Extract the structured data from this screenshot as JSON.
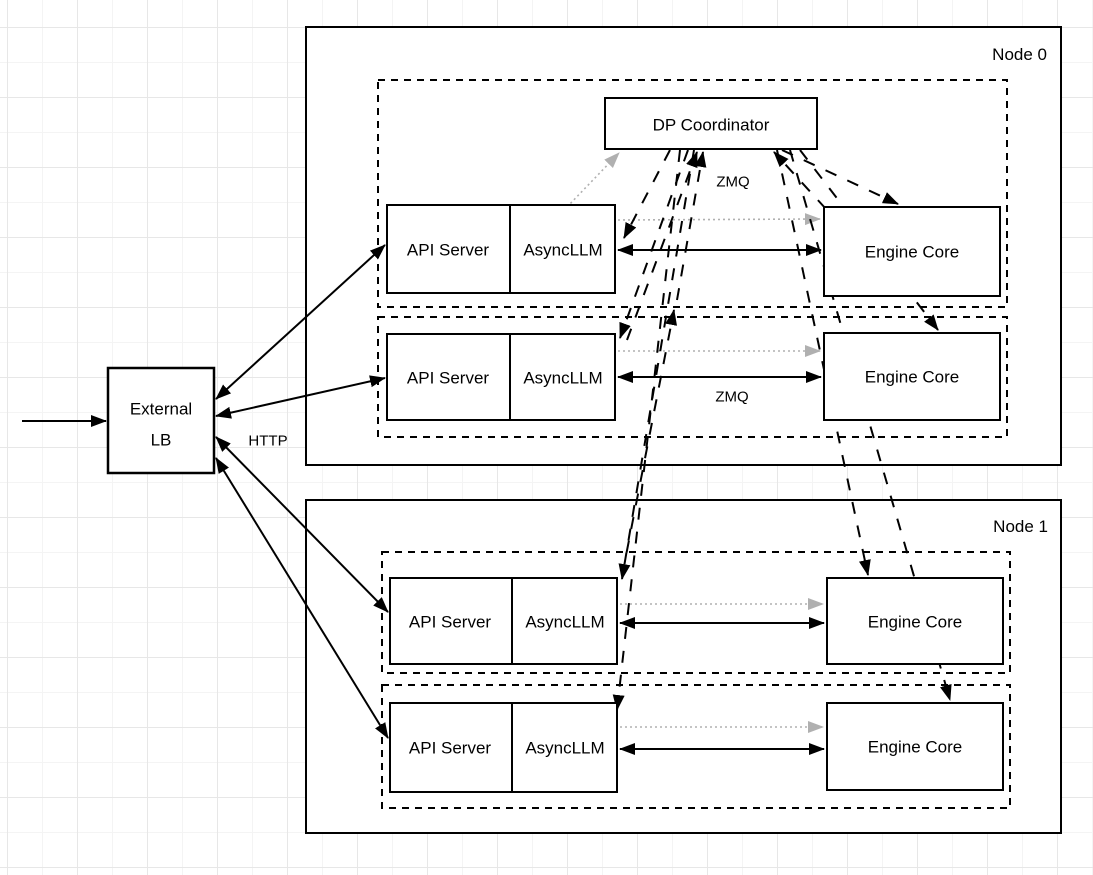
{
  "lb": {
    "line1": "External",
    "line2": "LB"
  },
  "labels": {
    "http": "HTTP",
    "zmq_top": "ZMQ",
    "zmq_rank": "ZMQ"
  },
  "coordinator": {
    "label": "DP Coordinator"
  },
  "nodes": [
    {
      "label": "Node 0",
      "ranks": [
        {
          "api": "API Server",
          "asyncllm": "AsyncLLM",
          "engine": "Engine Core"
        },
        {
          "api": "API Server",
          "asyncllm": "AsyncLLM",
          "engine": "Engine Core"
        }
      ]
    },
    {
      "label": "Node 1",
      "ranks": [
        {
          "api": "API Server",
          "asyncllm": "AsyncLLM",
          "engine": "Engine Core"
        },
        {
          "api": "API Server",
          "asyncllm": "AsyncLLM",
          "engine": "Engine Core"
        }
      ]
    }
  ],
  "colors": {
    "line": "#000000",
    "grey_arrow": "#b0b0b0",
    "box_fill": "#ffffff"
  }
}
